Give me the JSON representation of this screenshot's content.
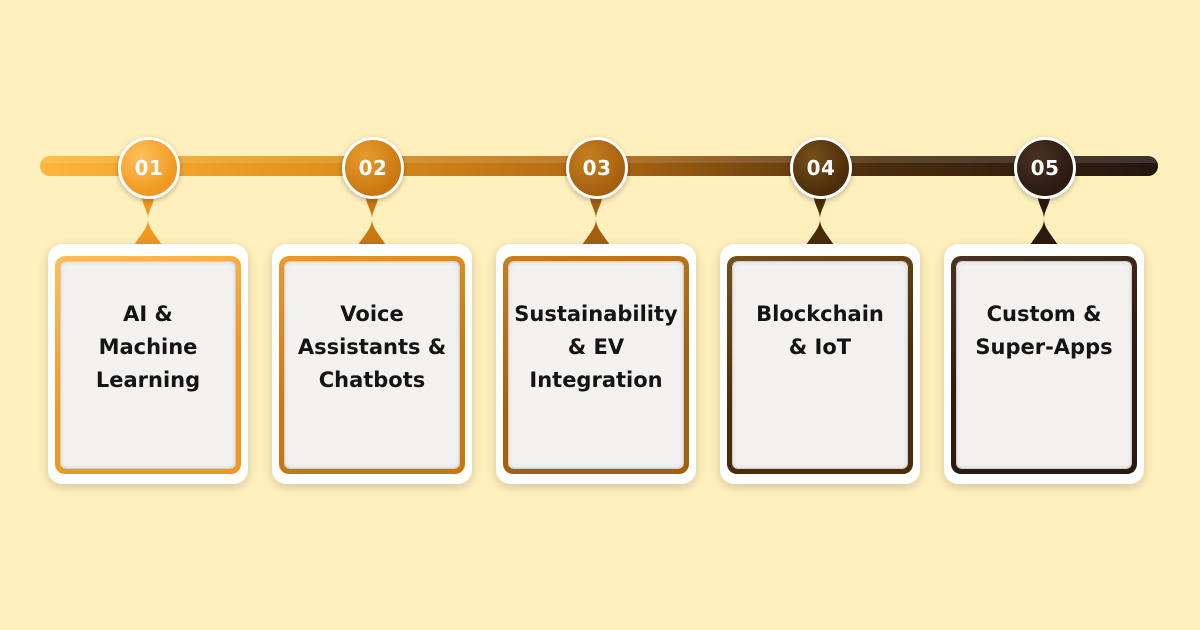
{
  "colors": {
    "background": "#fff0bd",
    "card_inner": "#f3f2f0",
    "card_outer": "#ffffff",
    "text": "#141414"
  },
  "steps": [
    {
      "number": "01",
      "label": "AI &\nMachine\nLearning",
      "color": "#f0981f",
      "color_light": "#ffc05c"
    },
    {
      "number": "02",
      "label": "Voice\nAssistants &\nChatbots",
      "color": "#c9780f",
      "color_light": "#e89c2c"
    },
    {
      "number": "03",
      "label": "Sustainability\n& EV\nIntegration",
      "color": "#a5600f",
      "color_light": "#c5801f"
    },
    {
      "number": "04",
      "label": "Blockchain\n& IoT",
      "color": "#4c2c08",
      "color_light": "#76501a"
    },
    {
      "number": "05",
      "label": "Custom &\nSuper-Apps",
      "color": "#2a1a10",
      "color_light": "#4a3222"
    }
  ]
}
